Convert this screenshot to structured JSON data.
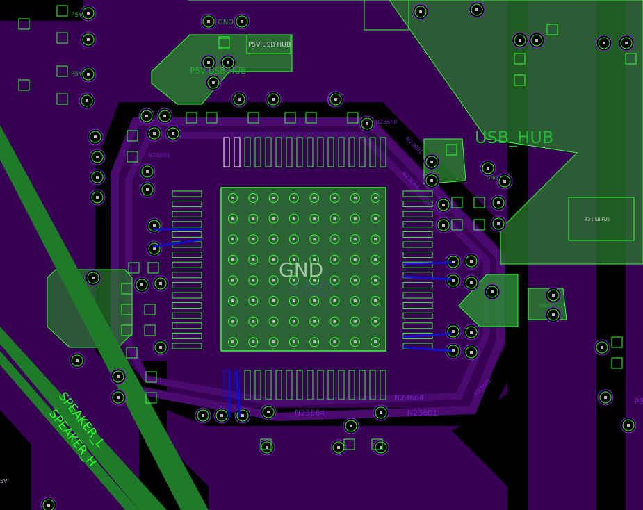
{
  "colors": {
    "background": "#000000",
    "plane": "#380052",
    "plane_edge": "#8a1fe0",
    "copper": "#1f7a2a",
    "copper_fill": "#2a8a35",
    "outline": "#33ff33",
    "drill": "#c0c0c0",
    "bottom_layer": "#1010d0",
    "net_label": "#7a1fc8"
  },
  "labels": {
    "p5v_1": "P5V",
    "p5v_2": "P5V",
    "gnd_top": "GND",
    "p5v_usb_hub_silk": "P5V USB HUB",
    "p5v_usb_hub_copper": "P5V USB HUB",
    "usb_hub": "USB_HUB",
    "gnd_center": "GND",
    "gnd_center_shadow": "GND",
    "gnd_small_1": "GND",
    "gnd_small_2": "GND",
    "usb_fuse": "F2 USB FUS",
    "speaker_l": "SPEAKER_L",
    "speaker_h": "SPEAKER_H",
    "p5v_round": "5V",
    "p3": "P3"
  },
  "nets": {
    "n23601_a": "N23601",
    "n23601_b": "N23601",
    "n23601_c": "N23601",
    "n23601_d": "N23601",
    "n23664_a": "N23664",
    "n23664_b": "N23664",
    "n23664_c": "N23664",
    "n23660": "N23660"
  },
  "bga": {
    "rows": 8,
    "cols": 8
  }
}
